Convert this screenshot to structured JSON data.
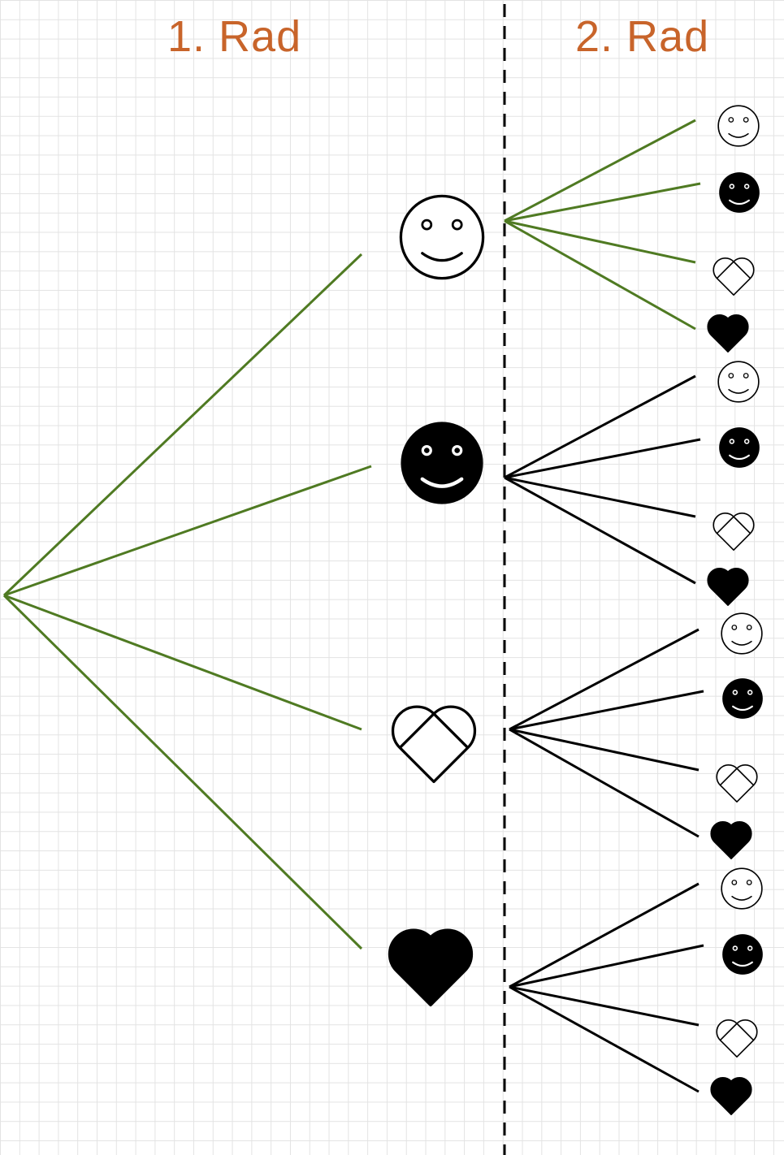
{
  "headings": {
    "first_draw": "1. Rad",
    "second_draw": "2. Rad"
  },
  "colors": {
    "heading": "#c8642a",
    "first_level_branches": "#4f7a22",
    "second_level_first_group": "#4f7a22",
    "second_level_other_groups": "#000000",
    "divider": "#000000",
    "grid": "#e3e3e3"
  },
  "symbols": [
    "smiley-outline",
    "smiley-filled",
    "heart-outline",
    "heart-filled"
  ],
  "tree": {
    "root": "start",
    "first_draw": [
      "smiley-outline",
      "smiley-filled",
      "heart-outline",
      "heart-filled"
    ],
    "second_draw_per_outcome": [
      "smiley-outline",
      "smiley-filled",
      "heart-outline",
      "heart-filled"
    ]
  },
  "divider_style": "dashed"
}
